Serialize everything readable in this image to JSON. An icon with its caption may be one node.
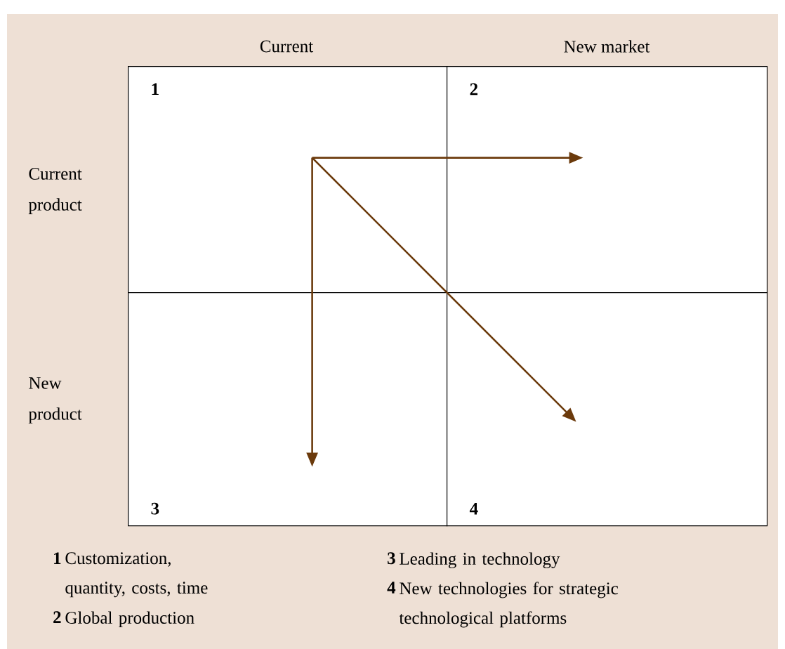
{
  "diagram": {
    "nodes": [
      {
        "text": [
          "1"
        ]
      },
      {
        "text": [
          "2"
        ]
      },
      {
        "text": [
          "3"
        ]
      },
      {
        "text": [
          "4"
        ]
      }
    ],
    "edges": [
      {
        "from": 0,
        "to": 1,
        "arrow": "to"
      },
      {
        "from": 0,
        "to": 2,
        "arrow": "to"
      },
      {
        "from": 0,
        "to": 3,
        "arrow": "to"
      }
    ],
    "labels": [
      "Current",
      "New market",
      "Current product",
      "New product",
      "1",
      "Customization, quantity, costs, time",
      "3",
      "Leading in technology",
      "4",
      "New technologies for strategic technological platforms",
      "2",
      "Global production"
    ]
  }
}
